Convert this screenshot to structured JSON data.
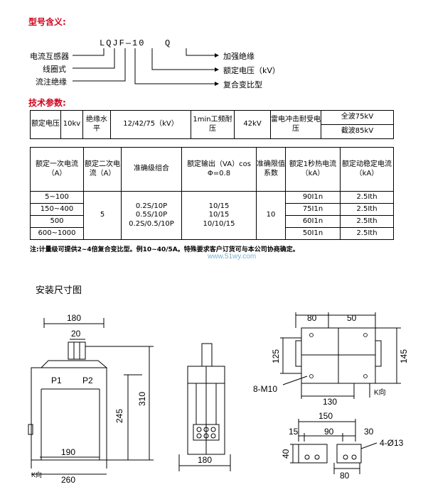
{
  "section1_title": "型号含义:",
  "model": {
    "letters": [
      "L",
      "Q",
      "J",
      "F"
    ],
    "dash": "—",
    "number": "10",
    "suffix": "Q"
  },
  "model_left_labels": [
    "电流互感器",
    "线圈式",
    "流注绝缘"
  ],
  "model_right_labels": [
    "加强绝缘",
    "额定电压（kV）",
    "复合变比型"
  ],
  "section2_title": "技术参数:",
  "table1": {
    "rated_voltage_label": "额定电压",
    "rated_voltage": "10kv",
    "insulation_label": "绝缘水平",
    "insulation_value": "12/42/75（kV）",
    "power_freq_label": "1min工频耐压",
    "power_freq_value": "42kV",
    "lightning_label": "雷电冲击耐受电压",
    "full_wave": "全波75kV",
    "chopped_wave": "截波85kV"
  },
  "table2": {
    "headers": [
      "额定一次电流（A）",
      "额定二次电流（A）",
      "准确级组合",
      "额定输出（VA）cos Φ=0.8",
      "准确限值系数",
      "额定1秒热电流（kA）",
      "额定动稳定电流（kA）"
    ],
    "primary_currents": [
      "5~100",
      "150~400",
      "500",
      "600~1000"
    ],
    "secondary_current": "5",
    "accuracy": [
      "0.2S/10P",
      "0.5S/10P",
      "0.2S/0.5/10P"
    ],
    "output": [
      "10/15",
      "10/15",
      "10/10/15"
    ],
    "alf": "10",
    "thermal": [
      "90I1n",
      "75I1n",
      "60I1n",
      "50I1n"
    ],
    "dynamic": [
      "2.5Ith",
      "2.5Ith",
      "2.5Ith",
      "2.5Ith"
    ]
  },
  "footnote": "注:计量级可提供2~4倍复合变比型。例10~40/5A。特殊要求客户订货可与本公司协商确定。",
  "watermark": "www.51wy.com",
  "section3_title": "安装尺寸图",
  "dims_front": {
    "top": "180",
    "stud": "20",
    "p1": "P1",
    "p2": "P2",
    "h245": "245",
    "h310": "310",
    "w190": "190",
    "w260": "260",
    "k": "K向"
  },
  "dims_side": {
    "w180": "180"
  },
  "dims_top": {
    "d80": "80",
    "d50": "50",
    "d125": "125",
    "d145": "145",
    "screw": "8-M10",
    "d130": "130",
    "k": "K向"
  },
  "dims_base": {
    "d150": "150",
    "d15": "15",
    "d90": "90",
    "d30": "30",
    "holes": "4-Ø13",
    "d40": "40",
    "d80": "80"
  }
}
